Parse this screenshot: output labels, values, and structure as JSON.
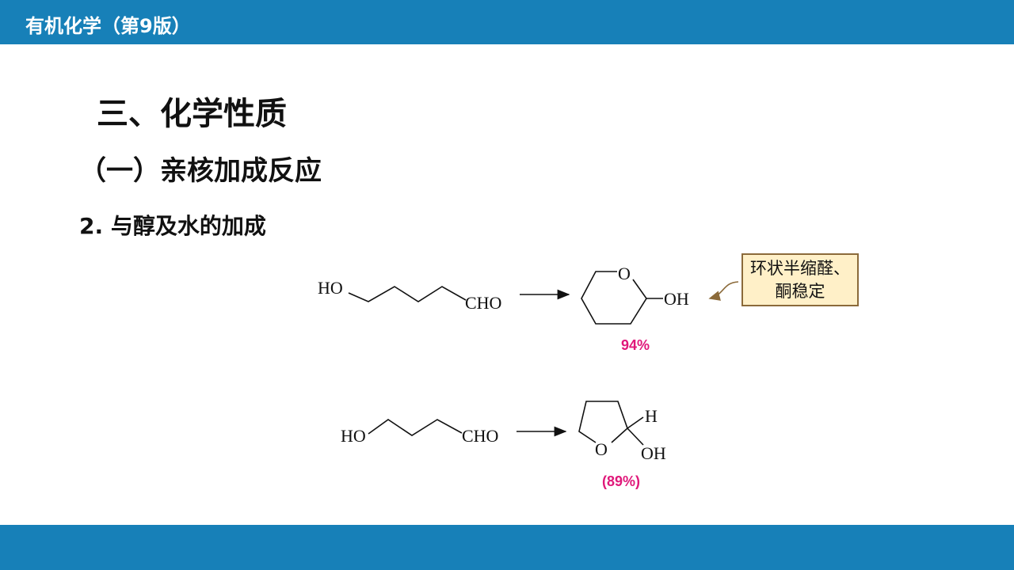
{
  "header": {
    "title": "有机化学（第9版）"
  },
  "section": {
    "title": "三、化学性质",
    "subtitle": "（一）亲核加成反应",
    "topic": "2. 与醇及水的加成"
  },
  "reaction1": {
    "reactant_ho": "HO",
    "reactant_cho": "CHO",
    "product_o": "O",
    "product_oh": "OH",
    "yield": "94%"
  },
  "reaction2": {
    "reactant_ho": "HO",
    "reactant_cho": "CHO",
    "product_o": "O",
    "product_h": "H",
    "product_oh": "OH",
    "yield": "(89%)"
  },
  "note": {
    "line1": "环状半缩醛、",
    "line2": "酮稳定"
  },
  "colors": {
    "bar": "#1780b8",
    "yield": "#e0187a",
    "note_bg": "#fff0c8",
    "note_border": "#8b6a3a"
  }
}
